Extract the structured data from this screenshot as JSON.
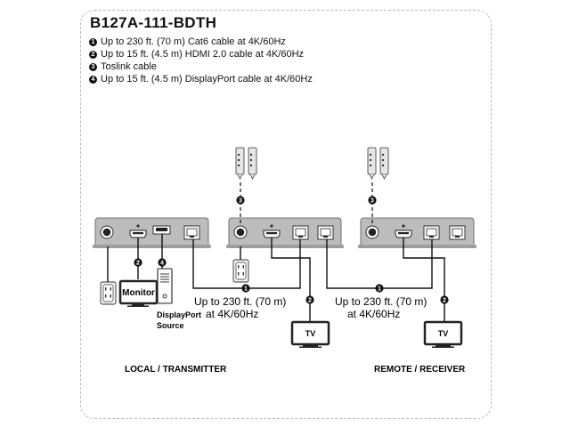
{
  "title": "B127A-111-BDTH",
  "specs": [
    {
      "num": "1",
      "text": "Up to 230 ft. (70 m) Cat6 cable at 4K/60Hz"
    },
    {
      "num": "2",
      "text": "Up to 15 ft. (4.5 m) HDMI 2.0 cable at 4K/60Hz"
    },
    {
      "num": "3",
      "text": "Toslink cable"
    },
    {
      "num": "4",
      "text": "Up to 15 ft. (4.5 m) DisplayPort cable at 4K/60Hz"
    }
  ],
  "callouts": {
    "one": "1",
    "two": "2",
    "three": "3",
    "four": "4"
  },
  "cable_label_line1": "Up to 230 ft. (70 m)",
  "cable_label_line2": "at 4K/60Hz",
  "monitor_label": "Monitor",
  "tv_label": "TV",
  "source_line1": "DisplayPort",
  "source_line2": "Source",
  "local_label": "LOCAL / TRANSMITTER",
  "remote_label": "REMOTE / RECEIVER"
}
